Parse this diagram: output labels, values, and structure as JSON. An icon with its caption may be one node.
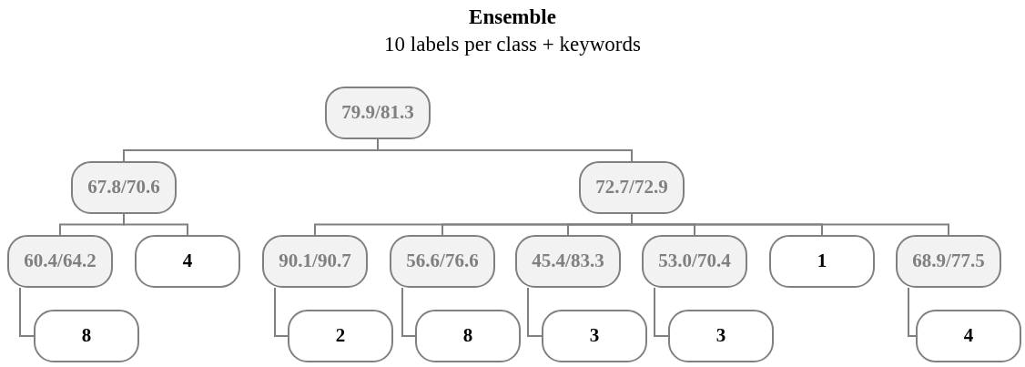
{
  "diagram": {
    "title": "Ensemble",
    "nodes": [
      {
        "text": [
          "79.9/81.3"
        ]
      },
      {
        "text": [
          "67.8/70.6"
        ]
      },
      {
        "text": [
          "72.7/72.9"
        ]
      },
      {
        "text": [
          "60.4/64.2"
        ]
      },
      {
        "text": [
          "4"
        ]
      },
      {
        "text": [
          "90.1/90.7"
        ]
      },
      {
        "text": [
          "56.6/76.6"
        ]
      },
      {
        "text": [
          "45.4/83.3"
        ]
      },
      {
        "text": [
          "53.0/70.4"
        ]
      },
      {
        "text": [
          "1"
        ]
      },
      {
        "text": [
          "68.9/77.5"
        ]
      },
      {
        "text": [
          "8"
        ]
      },
      {
        "text": [
          "2"
        ]
      },
      {
        "text": [
          "8"
        ]
      },
      {
        "text": [
          "3"
        ]
      },
      {
        "text": [
          "3"
        ]
      },
      {
        "text": [
          "4"
        ]
      }
    ],
    "edges": [
      {
        "from": 0,
        "to": 1,
        "arrow": "none"
      },
      {
        "from": 0,
        "to": 2,
        "arrow": "none"
      },
      {
        "from": 1,
        "to": 3,
        "arrow": "none"
      },
      {
        "from": 1,
        "to": 4,
        "arrow": "none"
      },
      {
        "from": 2,
        "to": 5,
        "arrow": "none"
      },
      {
        "from": 2,
        "to": 6,
        "arrow": "none"
      },
      {
        "from": 2,
        "to": 7,
        "arrow": "none"
      },
      {
        "from": 2,
        "to": 8,
        "arrow": "none"
      },
      {
        "from": 2,
        "to": 9,
        "arrow": "none"
      },
      {
        "from": 2,
        "to": 10,
        "arrow": "none"
      },
      {
        "from": 3,
        "to": 11,
        "arrow": "none"
      },
      {
        "from": 5,
        "to": 12,
        "arrow": "none"
      },
      {
        "from": 6,
        "to": 13,
        "arrow": "none"
      },
      {
        "from": 7,
        "to": 14,
        "arrow": "none"
      },
      {
        "from": 8,
        "to": 15,
        "arrow": "none"
      },
      {
        "from": 10,
        "to": 16,
        "arrow": "none"
      }
    ],
    "labels": [
      "10 labels per class + keywords"
    ]
  }
}
